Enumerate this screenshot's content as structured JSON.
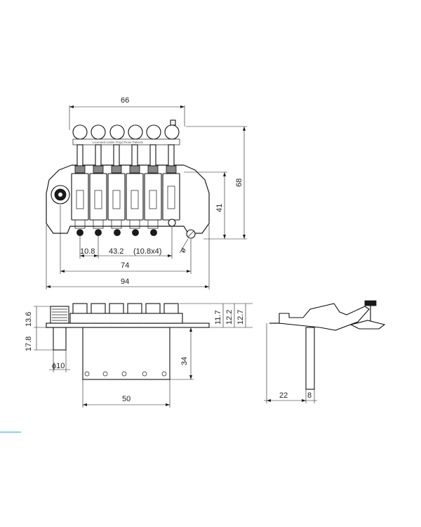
{
  "top_view": {
    "dim_width_top": "66",
    "dim_height_68": "68",
    "dim_height_41": "41",
    "dim_10_8": "10.8",
    "dim_43_2": "43.2",
    "dim_spacing_note": "(10.8x4)",
    "dim_74": "74",
    "dim_94": "94",
    "plate_text": "Licensed Under Floyd Rose Patents",
    "diameter_symbol": "ø"
  },
  "front_view": {
    "dim_13_6": "13.6",
    "dim_17_8": "17.8",
    "dim_phi_10": "ϕ10",
    "dim_11_7": "11.7",
    "dim_12_2": "12.2",
    "dim_12_7": "12.7",
    "dim_34": "34",
    "dim_50": "50"
  },
  "side_view": {
    "dim_22": "22",
    "dim_8": "8"
  }
}
